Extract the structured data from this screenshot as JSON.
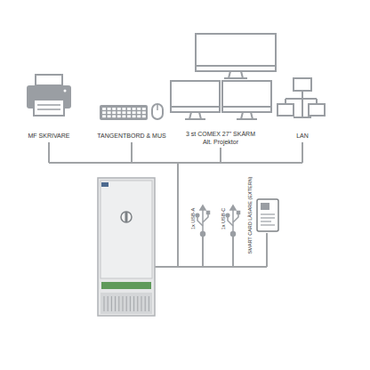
{
  "diagram": {
    "labels": [
      "MF SKRIVARE",
      "TANGENTBORD & MUS",
      "3 st COMEX 27\" SKÄRM",
      "Alt. Projektor",
      "LAN",
      "1x USB-A",
      "1x USB-C",
      "SMART CARD LÄSARE (EXTERN)"
    ]
  }
}
